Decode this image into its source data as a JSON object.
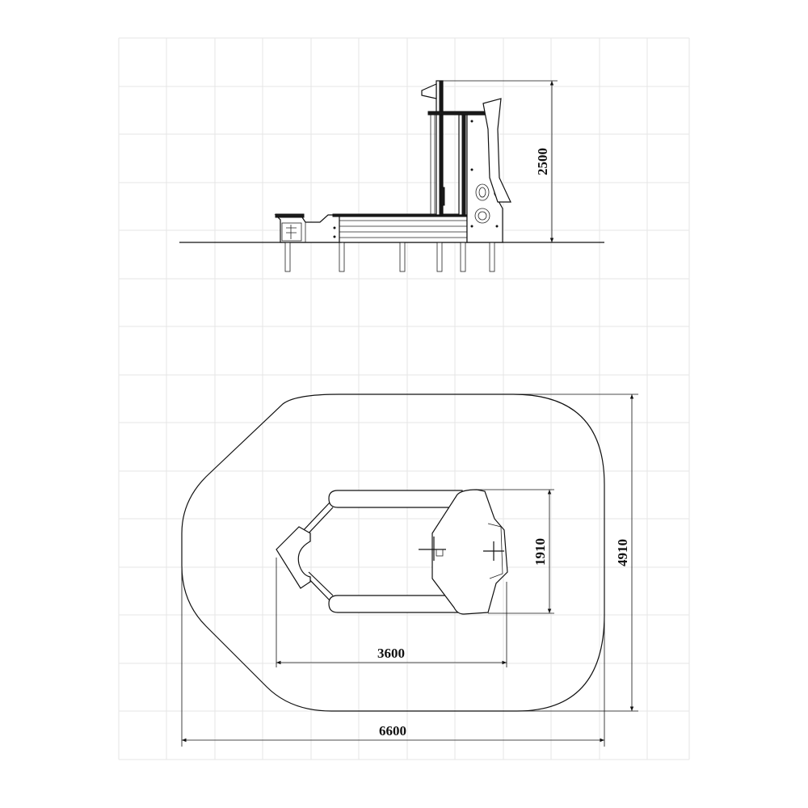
{
  "dimensions": {
    "side_height": "2500",
    "plan_depth_inner": "1910",
    "plan_depth_outer": "4910",
    "plan_width_inner": "3600",
    "plan_width_outer": "6600"
  }
}
